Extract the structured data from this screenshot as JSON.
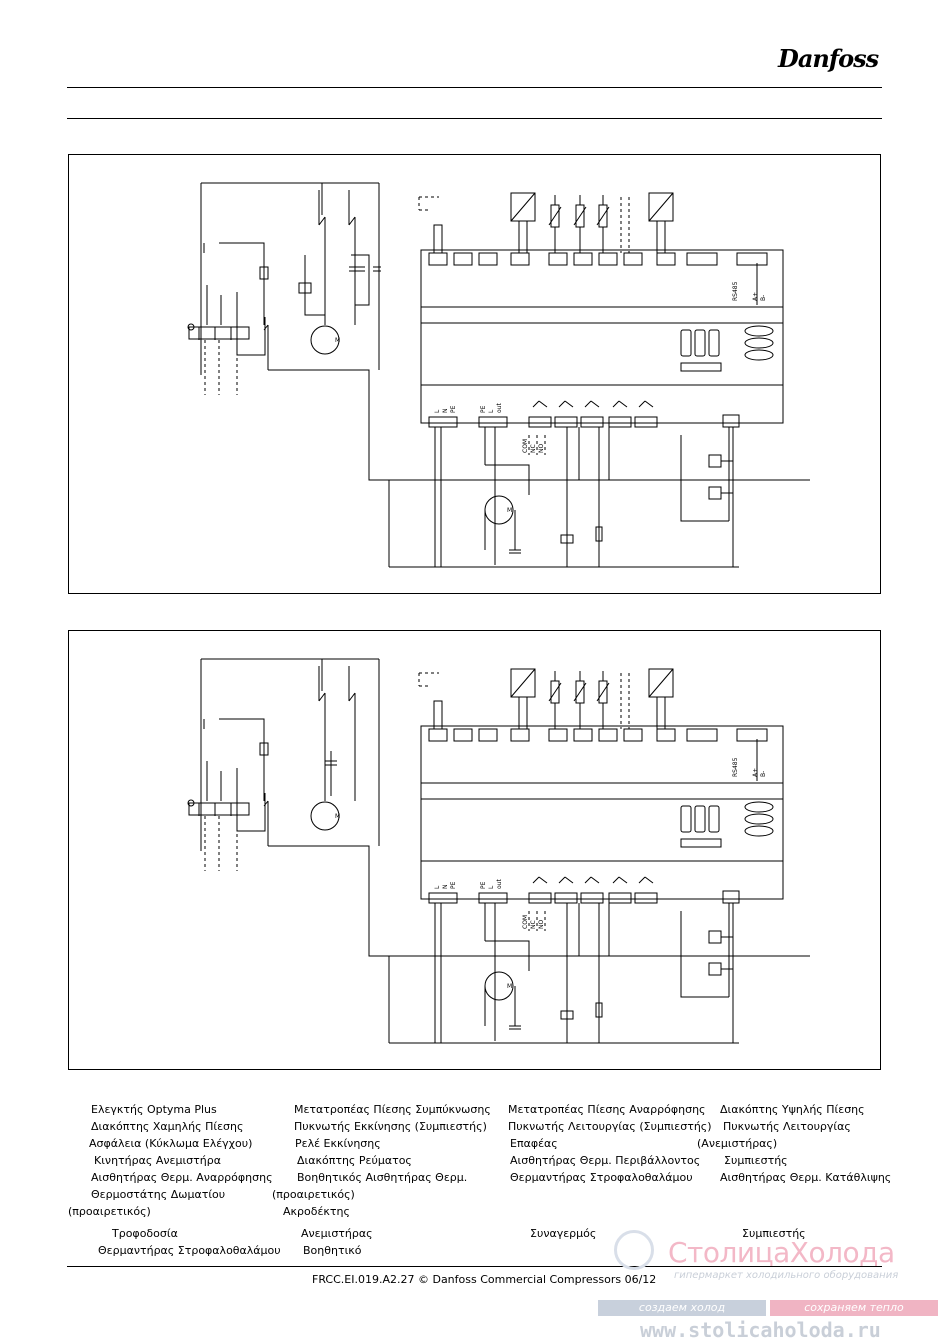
{
  "brand": {
    "logo_text": "Danfoss"
  },
  "legend": [
    "Ελεγκτής Optyma Plus",
    "Μετατροπέας Πίεσης Συμπύκνωσης",
    "Μετατροπέας Πίεσης Αναρρόφησης",
    "Διακόπτης Υψηλής Πίεσης",
    "Διακόπτης Χαμηλής Πίεσης",
    "Πυκνωτής Εκκίνησης (Συμπιεστής)",
    "Πυκνωτής Λειτουργίας (Συμπιεστής)",
    "Πυκνωτής Λειτουργίας",
    "Ασφάλεια (Κύκλωμα Ελέγχου)",
    "Ρελέ Εκκίνησης",
    "Επαφέας",
    "(Ανεμιστήρας)",
    "Κινητήρας Ανεμιστήρα",
    "Διακόπτης Ρεύματος",
    "Αισθητήρας Θερμ. Περιβάλλοντος",
    "Συμπιεστής",
    "Αισθητήρας Θερμ. Αναρρόφησης",
    "Βοηθητικός Αισθητήρας Θερμ.",
    "Θερμαντήρας Στροφαλοθαλάμου",
    "Αισθητήρας Θερμ. Κατάθλιψης",
    "Θερμοστάτης Δωματίου",
    "(προαιρετικός)",
    "(προαιρετικός)",
    "Ακροδέκτης"
  ],
  "legend2": [
    "Τροφοδοσία",
    "Ανεμιστήρας",
    "Συναγερμός",
    "Συμπιεστής",
    "Θερμαντήρας Στροφαλοθαλάμου",
    "Βοηθητικό"
  ],
  "diagram": {
    "terminal_labels": [
      "L",
      "N",
      "PE",
      "PE",
      "L",
      "out"
    ],
    "relay_labels": [
      "COM",
      "NC",
      "NO"
    ],
    "bus_labels": [
      "RS485",
      "A+",
      "B-"
    ]
  },
  "footer": "FRCC.EI.019.A2.27 © Danfoss Commercial Compressors 06/12",
  "watermark": {
    "brand": "СтолицаХолода",
    "tagline": "гипермаркет холодильного оборудования",
    "left_slogan": "создаем холод",
    "right_slogan": "сохраняем тепло",
    "url": "www.stolicaholoda.ru"
  }
}
